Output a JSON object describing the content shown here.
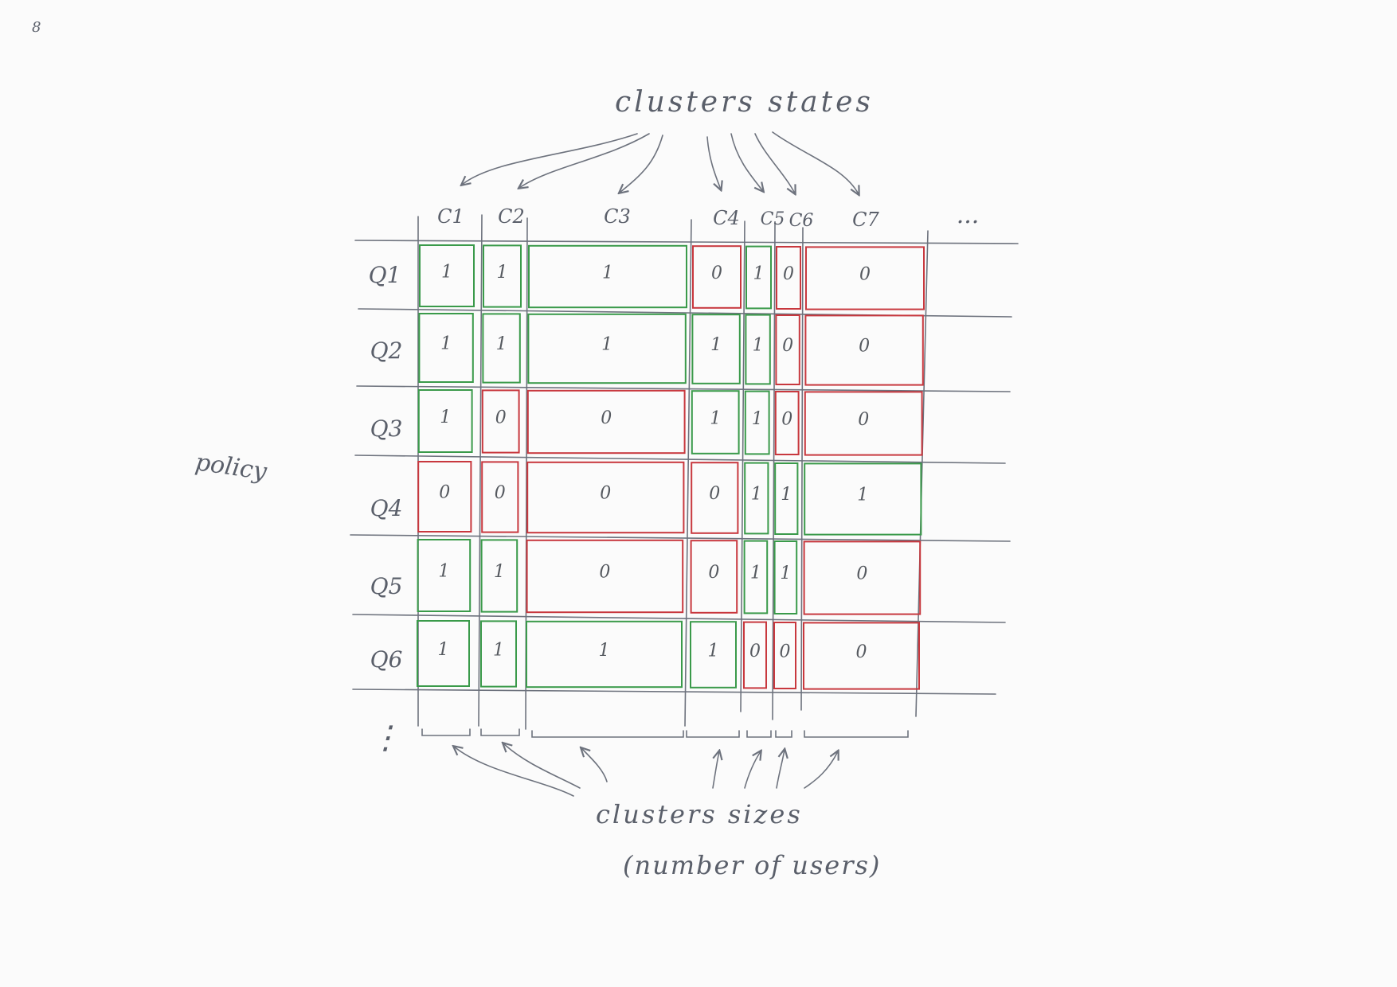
{
  "page_number": "8",
  "top_label": "clusters states",
  "bottom_label_line1": "clusters sizes",
  "bottom_label_line2": "(number of users)",
  "side_label": "policy",
  "columns": [
    "C1",
    "C2",
    "C3",
    "C4",
    "C5",
    "C6",
    "C7"
  ],
  "columns_more": "...",
  "rows": [
    "Q1",
    "Q2",
    "Q3",
    "Q4",
    "Q5",
    "Q6"
  ],
  "rows_more": "⋮",
  "values": [
    [
      "1",
      "1",
      "1",
      "0",
      "1",
      "0",
      "0"
    ],
    [
      "1",
      "1",
      "1",
      "1",
      "1",
      "0",
      "0"
    ],
    [
      "1",
      "0",
      "0",
      "1",
      "1",
      "0",
      "0"
    ],
    [
      "0",
      "0",
      "0",
      "0",
      "1",
      "1",
      "1"
    ],
    [
      "1",
      "1",
      "0",
      "0",
      "1",
      "1",
      "0"
    ],
    [
      "1",
      "1",
      "1",
      "1",
      "0",
      "0",
      "0"
    ]
  ],
  "colors": {
    "one": "#3a9a4a",
    "zero": "#c8383e",
    "ink": "#6d727d"
  }
}
